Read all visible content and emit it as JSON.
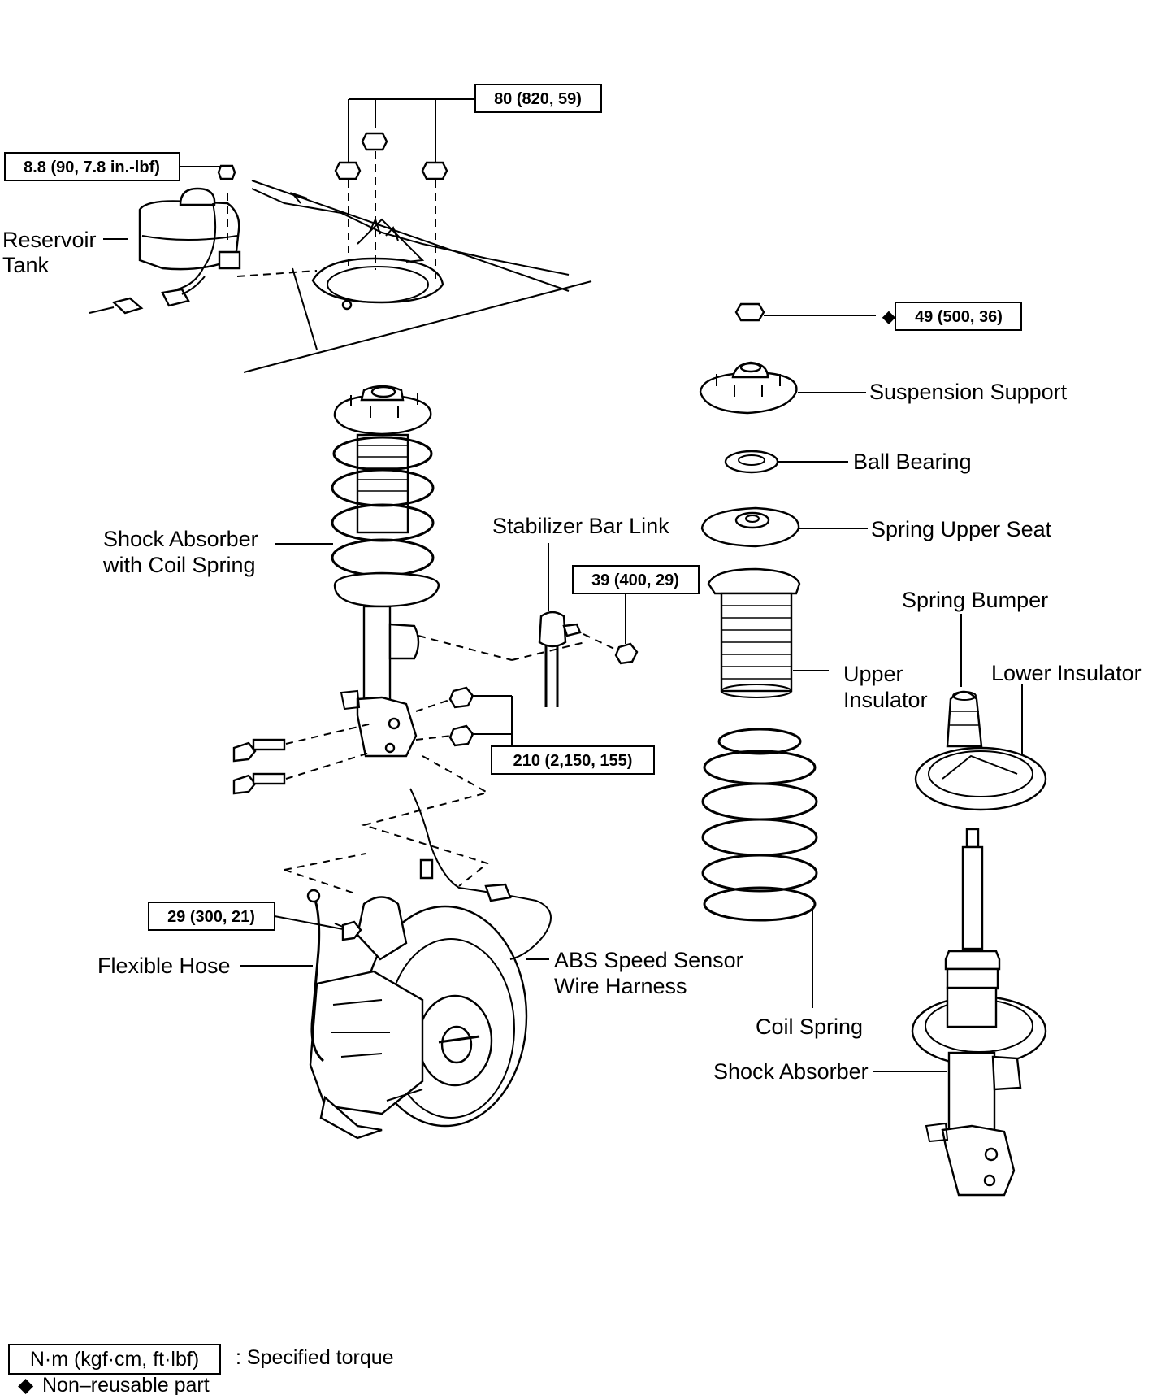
{
  "torque_specs": {
    "top_nuts": "80 (820, 59)",
    "reservoir_bolt": "8.8 (90, 7.8 in.-lbf)",
    "suspension_support_nut": "49 (500, 36)",
    "stabilizer_link_nut": "39 (400, 29)",
    "knuckle_bolts": "210 (2,150, 155)",
    "hose_bolt": "29 (300, 21)"
  },
  "labels": {
    "reservoir_line1": "Reservoir",
    "reservoir_line2": "Tank",
    "suspension_support": "Suspension Support",
    "ball_bearing": "Ball Bearing",
    "spring_upper_seat": "Spring Upper Seat",
    "stabilizer_bar_link": "Stabilizer Bar Link",
    "shock_absorber_coil_line1": "Shock Absorber",
    "shock_absorber_coil_line2": "with Coil Spring",
    "spring_bumper": "Spring Bumper",
    "upper_insulator_line1": "Upper",
    "upper_insulator_line2": "Insulator",
    "lower_insulator": "Lower Insulator",
    "flexible_hose": "Flexible Hose",
    "abs_line1": "ABS Speed Sensor",
    "abs_line2": "Wire Harness",
    "coil_spring": "Coil Spring",
    "shock_absorber": "Shock Absorber"
  },
  "legend": {
    "torque_unit_box": "N·m (kgf·cm, ft·lbf)",
    "torque_desc": ": Specified torque",
    "non_reusable_symbol": "◆",
    "non_reusable_desc": "Non–reusable part"
  }
}
